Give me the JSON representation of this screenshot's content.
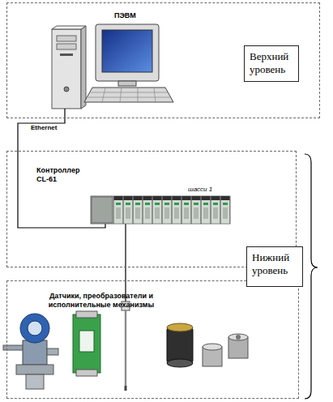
{
  "diagram": {
    "nodes": [
      {
        "text": [
          "ПЭВМ"
        ]
      },
      {
        "text": [
          "Верхний уровень"
        ],
        "in": 0
      },
      {
        "text": [
          "Контроллер CL-61",
          "шасси 1"
        ]
      },
      {
        "text": [
          "Датчики, преобразователи и исполнительные механизмы"
        ]
      },
      {
        "text": [
          "Нижний уровень"
        ]
      }
    ],
    "edges": [
      {
        "from": 0,
        "to": 2,
        "arrow": "none",
        "label": "Ethernet"
      },
      {
        "from": 2,
        "to": 3,
        "arrow": "none"
      }
    ]
  }
}
